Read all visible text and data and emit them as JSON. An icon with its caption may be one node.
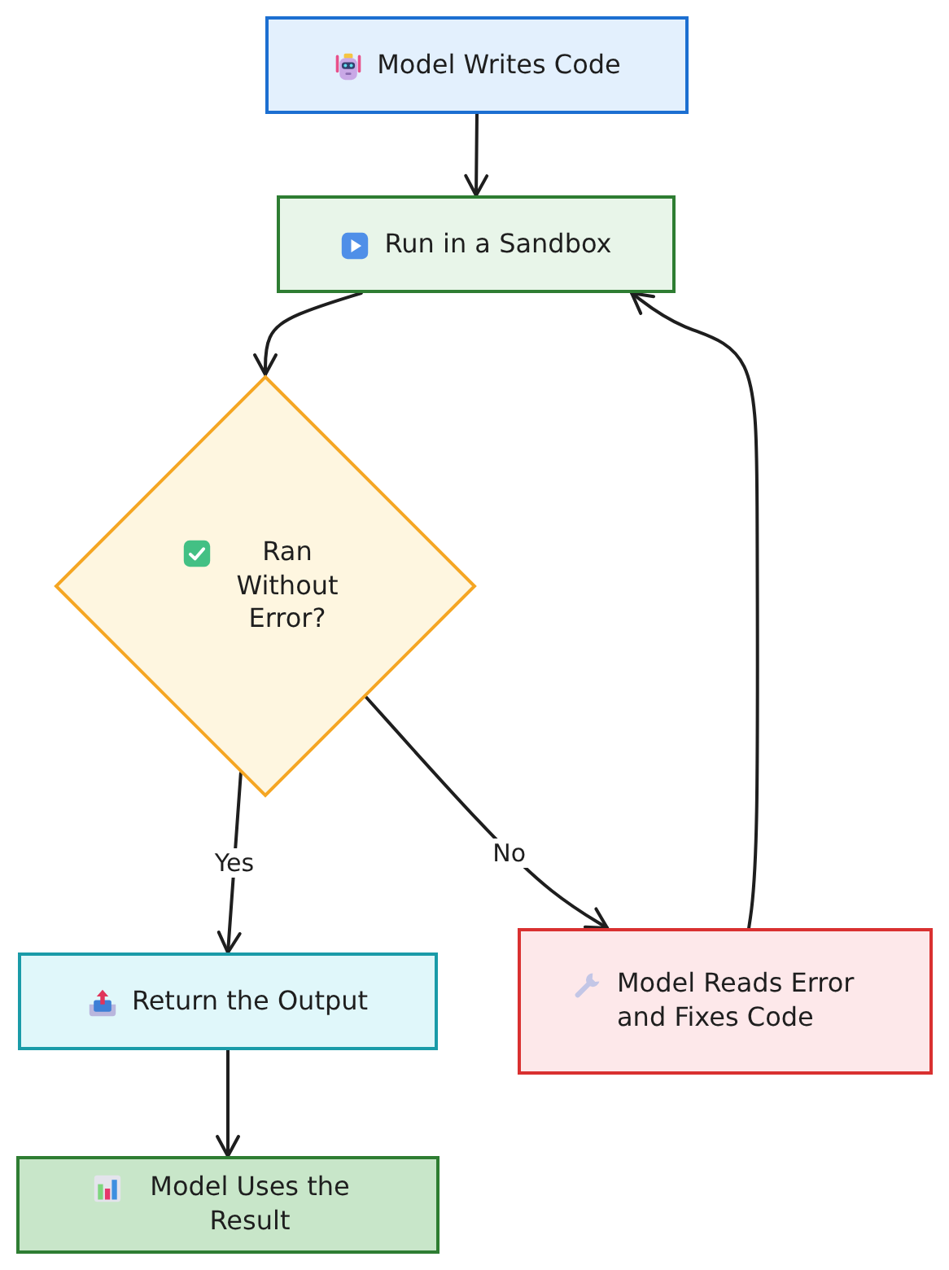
{
  "diagram": {
    "nodes": [
      {
        "text": [
          "Model Writes Code"
        ]
      },
      {
        "text": [
          "Run in a Sandbox"
        ]
      },
      {
        "text": [
          "Ran Without Error?"
        ]
      },
      {
        "text": [
          "Return the Output"
        ]
      },
      {
        "text": [
          "Model Reads Error and Fixes Code"
        ]
      },
      {
        "text": [
          "Model Uses the Result"
        ]
      }
    ],
    "edges": [
      {
        "from": 0,
        "to": 1,
        "arrow": "to"
      },
      {
        "from": 1,
        "to": 2,
        "arrow": "to"
      },
      {
        "from": 2,
        "to": 3,
        "arrow": "to",
        "label": "Yes"
      },
      {
        "from": 2,
        "to": 4,
        "arrow": "to",
        "label": "No"
      },
      {
        "from": 4,
        "to": 1,
        "arrow": "to"
      },
      {
        "from": 3,
        "to": 5,
        "arrow": "to"
      }
    ]
  }
}
